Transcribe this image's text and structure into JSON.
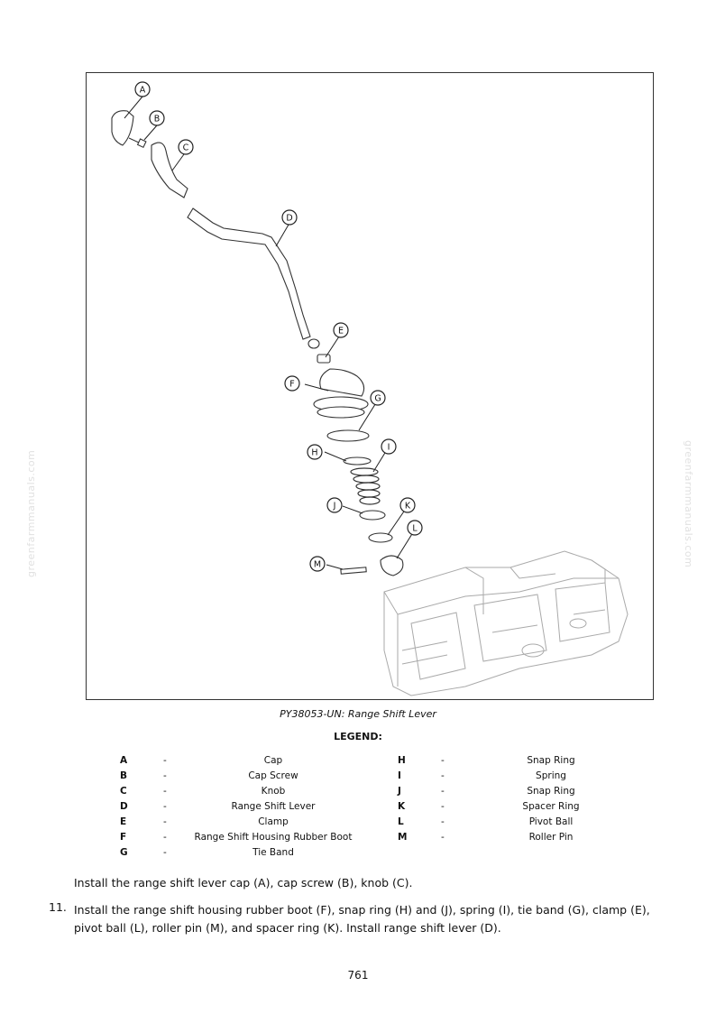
{
  "watermark": "greenfarmmanuals.com",
  "figure": {
    "caption": "PY38053-UN: Range Shift Lever",
    "callouts": [
      "A",
      "B",
      "C",
      "D",
      "E",
      "F",
      "G",
      "H",
      "I",
      "J",
      "K",
      "L",
      "M"
    ]
  },
  "legend": {
    "title": "LEGEND:",
    "left": [
      {
        "letter": "A",
        "dash": "-",
        "name": "Cap"
      },
      {
        "letter": "B",
        "dash": "-",
        "name": "Cap Screw"
      },
      {
        "letter": "C",
        "dash": "-",
        "name": "Knob"
      },
      {
        "letter": "D",
        "dash": "-",
        "name": "Range Shift Lever"
      },
      {
        "letter": "E",
        "dash": "-",
        "name": "Clamp"
      },
      {
        "letter": "F",
        "dash": "-",
        "name": "Range Shift Housing Rubber Boot"
      },
      {
        "letter": "G",
        "dash": "-",
        "name": "Tie Band"
      }
    ],
    "right": [
      {
        "letter": "H",
        "dash": "-",
        "name": "Snap Ring"
      },
      {
        "letter": "I",
        "dash": "-",
        "name": "Spring"
      },
      {
        "letter": "J",
        "dash": "-",
        "name": "Snap Ring"
      },
      {
        "letter": "K",
        "dash": "-",
        "name": "Spacer Ring"
      },
      {
        "letter": "L",
        "dash": "-",
        "name": "Pivot Ball"
      },
      {
        "letter": "M",
        "dash": "-",
        "name": "Roller Pin"
      }
    ]
  },
  "instructions": {
    "intro": "Install the range shift lever cap (A), cap screw (B), knob (C).",
    "step_number": "11.",
    "step_line1": "Install the range shift housing rubber boot (F), snap ring (H) and (J), spring (I), tie band (G), clamp (E),",
    "step_line2": "pivot ball (L), roller pin (M), and spacer ring (K). Install range shift lever (D)."
  },
  "page_number": "761"
}
